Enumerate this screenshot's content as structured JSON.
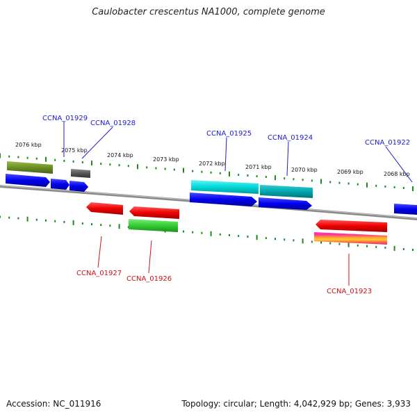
{
  "title": "Caulobacter crescentus NA1000, complete genome",
  "footer": {
    "accession": "Accession: NC_011916",
    "topology": "Topology: circular; Length: 4,042,929 bp; Genes: 3,933"
  },
  "scale_labels": [
    "2076 kbp",
    "2075 kbp",
    "2074 kbp",
    "2073 kbp",
    "2072 kbp",
    "2071 kbp",
    "2070 kbp",
    "2069 kbp",
    "2068 kbp"
  ],
  "gene_labels_top": [
    "CCNA_01929",
    "CCNA_01928",
    "CCNA_01925",
    "CCNA_01924",
    "CCNA_01922"
  ],
  "gene_labels_bottom": [
    "CCNA_01927",
    "CCNA_01926",
    "CCNA_01923"
  ],
  "colors": {
    "backbone": "#888888",
    "ticks": "#1a8a1a",
    "label_top": "#1a1acc",
    "label_bottom": "#cc1111",
    "blue": "#0000ee",
    "red": "#ee0000",
    "olive": "#6b8e23",
    "gray": "#555555",
    "cyan": "#00cccc",
    "teal": "#00a0a8",
    "green": "#33cc33"
  }
}
